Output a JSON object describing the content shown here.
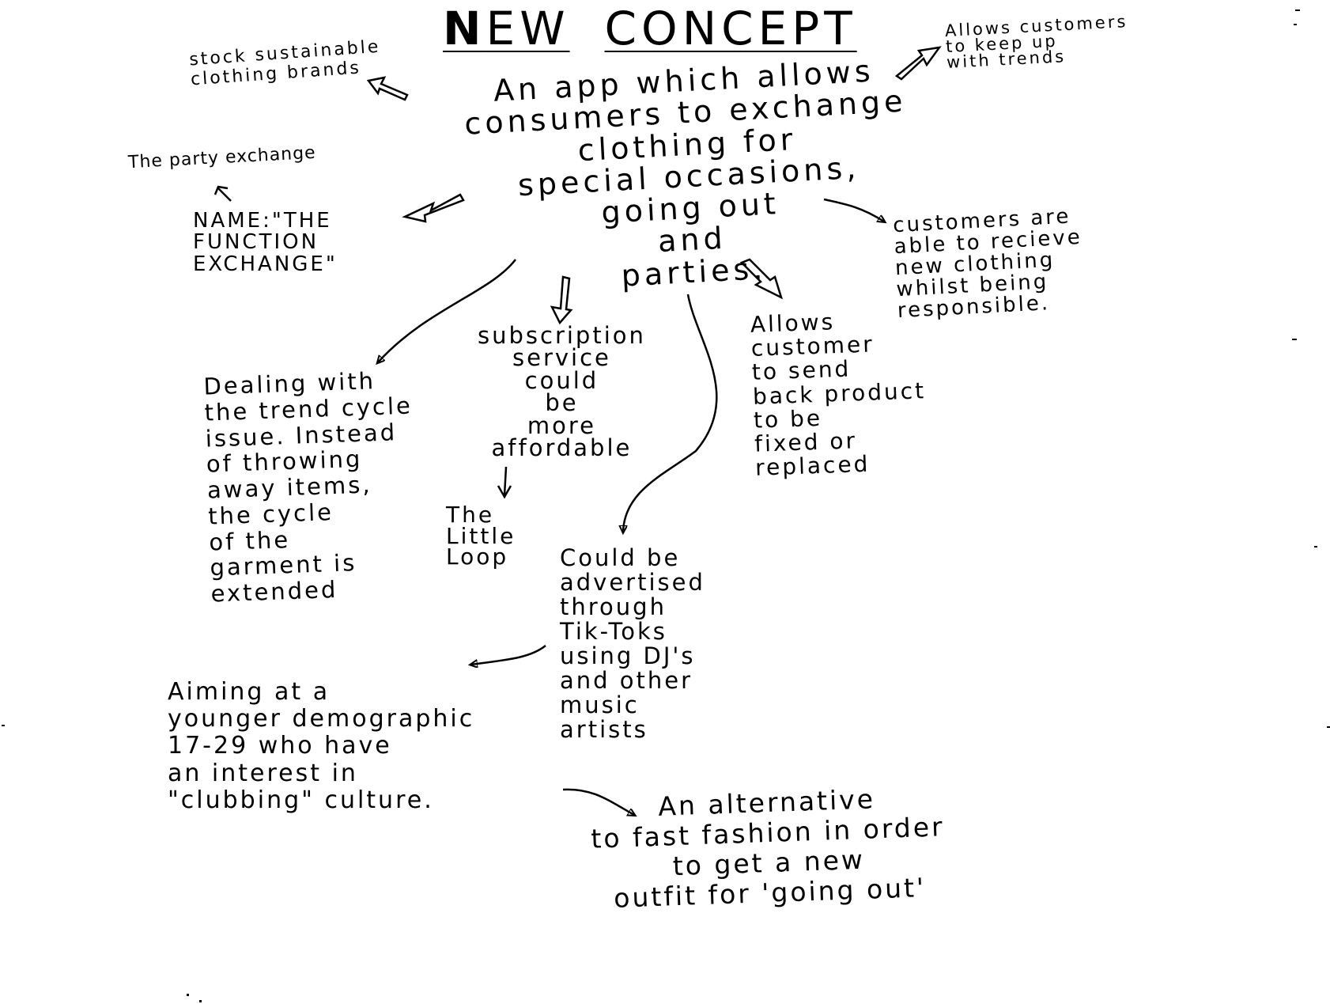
{
  "title": {
    "first_letter": "N",
    "word1_rest": "EW",
    "word2": "CONCEPT"
  },
  "center_idea": "An app which allows\nconsumers to exchange\nclothing for\nspecial occasions,\ngoing out\nand\nparties.",
  "notes": {
    "sustainable": "stock sustainable\nclothing brands",
    "trends": "Allows customers\nto keep up\nwith trends",
    "party_exchange": "The party exchange",
    "name": "NAME:\"THE\n   FUNCTION\n   EXCHANGE\"",
    "responsible": "customers are\nable to recieve\nnew clothing\nwhilst being\n  responsible.",
    "trend_cycle": "Dealing with\nthe trend cycle\nissue. Instead\nof throwing\naway items,\nthe cycle\nof the\ngarment is\nextended",
    "subscription": "subscription\nservice\ncould\nbe\nmore\naffordable",
    "little_loop": "The\nLittle\nLoop",
    "send_back": "Allows\ncustomer\nto send\nback product\nto be\nfixed or\nreplaced",
    "advertised": "Could be\nadvertised\nthrough\nTik-Toks\nusing DJ's\nand other\nmusic\n      artists",
    "demographic": "   Aiming at a\nyounger demographic\n17-29 who have\nan interest in\n\"clubbing\" culture.",
    "fast_fashion": "An alternative\nto fast fashion in order\nto get a new\noutfit for 'going out'"
  },
  "colors": {
    "ink": "#000000",
    "paper": "#ffffff"
  }
}
